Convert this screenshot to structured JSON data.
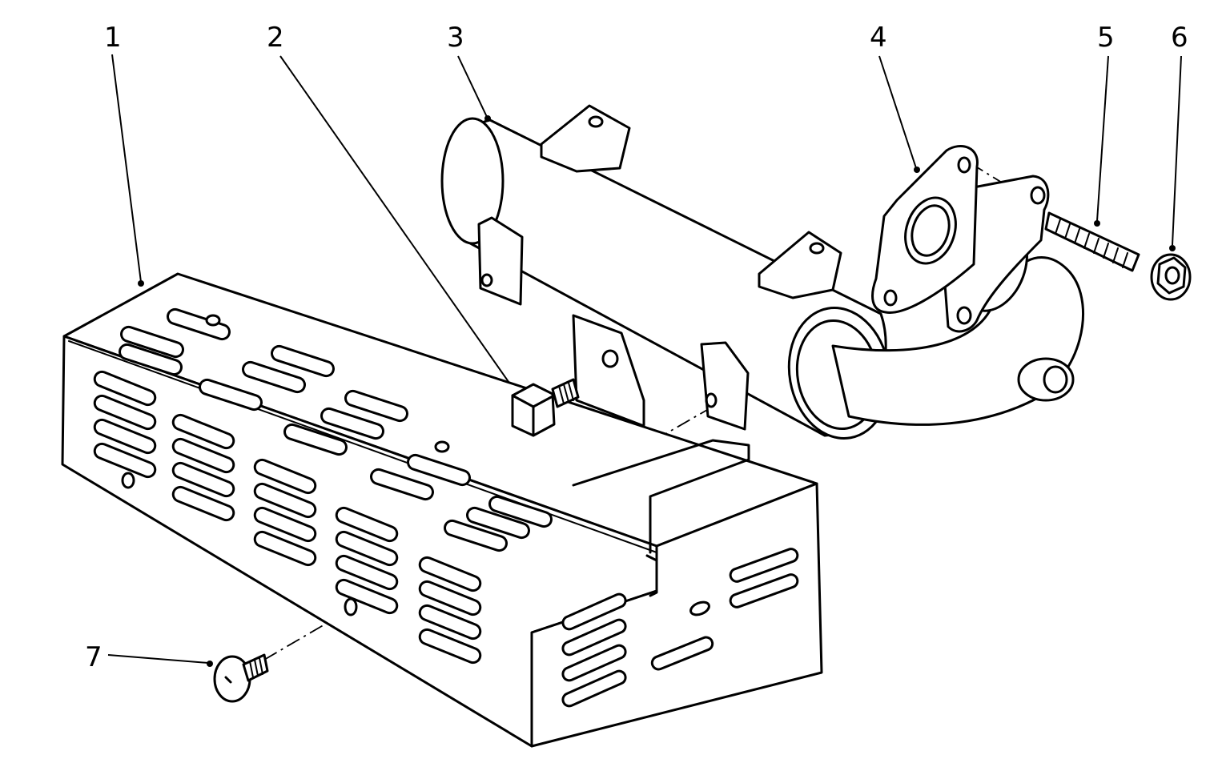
{
  "callouts": [
    {
      "id": "1",
      "label": "1",
      "part": "heat-shield-cover"
    },
    {
      "id": "2",
      "label": "2",
      "part": "flange-bolt"
    },
    {
      "id": "3",
      "label": "3",
      "part": "muffler"
    },
    {
      "id": "4",
      "label": "4",
      "part": "exhaust-gasket"
    },
    {
      "id": "5",
      "label": "5",
      "part": "stud"
    },
    {
      "id": "6",
      "label": "6",
      "part": "flange-nut"
    },
    {
      "id": "7",
      "label": "7",
      "part": "shield-screw"
    }
  ]
}
